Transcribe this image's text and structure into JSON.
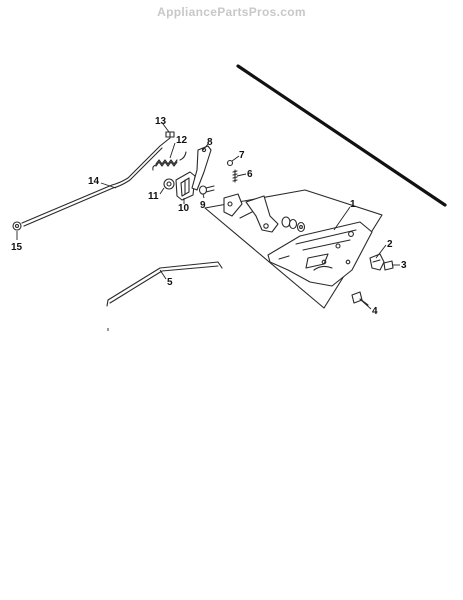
{
  "watermark": "AppliancePartsPros.com",
  "callouts": {
    "c1": "1",
    "c2": "2",
    "c3": "3",
    "c4": "4",
    "c5": "5",
    "c6": "6",
    "c7": "7",
    "c8": "8",
    "c9": "9",
    "c10": "10",
    "c11": "11",
    "c12": "12",
    "c13": "13",
    "c14": "14",
    "c15": "15"
  }
}
